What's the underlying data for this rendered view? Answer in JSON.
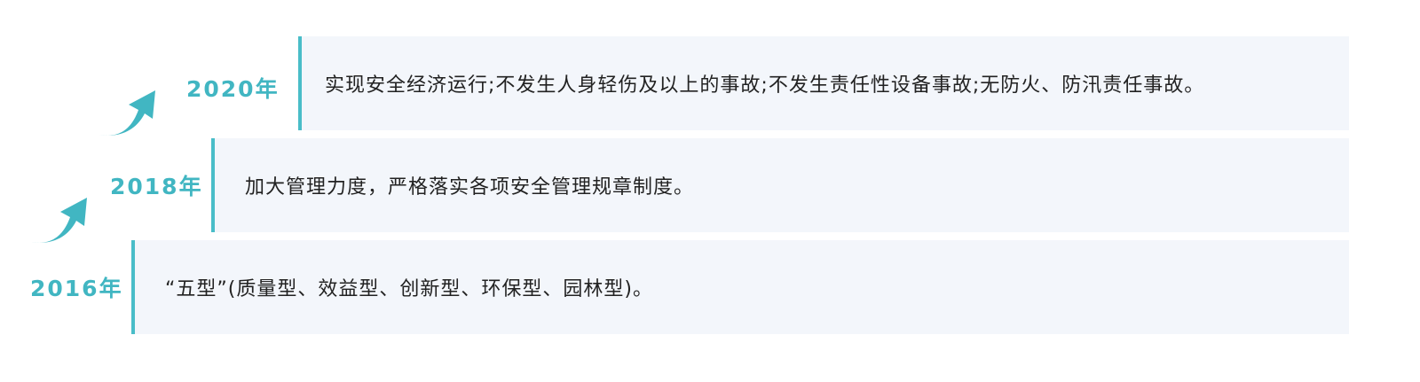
{
  "colors": {
    "accent": "#41b6c2",
    "box_background": "#f3f6fb",
    "text": "#222222"
  },
  "timeline": [
    {
      "year": "2020年",
      "text": "实现安全经济运行;不发生人身轻伤及以上的事故;不发生责任性设备事故;无防火、防汛责任事故。"
    },
    {
      "year": "2018年",
      "text": "加大管理力度，严格落实各项安全管理规章制度。"
    },
    {
      "year": "2016年",
      "text": "“五型”(质量型、效益型、创新型、环保型、园林型)。"
    }
  ],
  "icons": [
    "curved-up-arrow-icon",
    "curved-up-arrow-icon"
  ]
}
